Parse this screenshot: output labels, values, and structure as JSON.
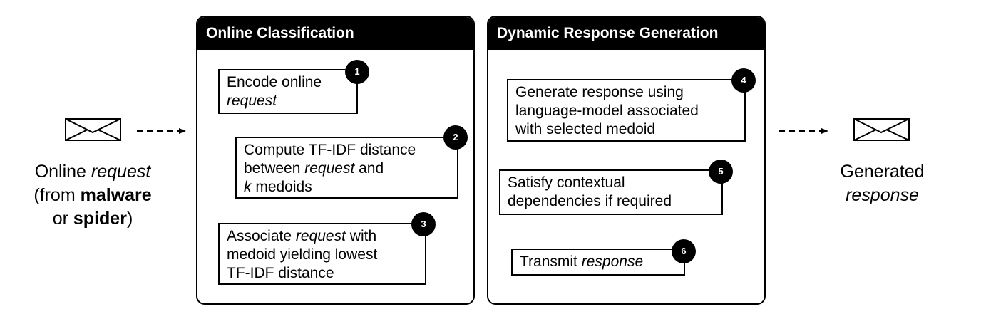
{
  "left": {
    "caption": {
      "line1_plain": "Online ",
      "line1_italic": "request",
      "line2_plain": "(from ",
      "line2_bold": "malware",
      "line3_plain": "or ",
      "line3_bold": "spider",
      "line3_end": ")"
    }
  },
  "classification": {
    "title": "Online Classification",
    "steps": [
      {
        "number": "1",
        "l1": "Encode online",
        "l2_italic": "request"
      },
      {
        "number": "2",
        "l1": "Compute TF-IDF distance",
        "l2_plain": "between ",
        "l2_italic": "request",
        "l2_end": " and",
        "l3_italic": "k",
        "l3_end": " medoids"
      },
      {
        "number": "3",
        "l1_plain": "Associate ",
        "l1_italic": "request",
        "l1_end": " with",
        "l2": "medoid yielding lowest",
        "l3": "TF-IDF distance"
      }
    ]
  },
  "generation": {
    "title": "Dynamic Response Generation",
    "steps": [
      {
        "number": "4",
        "l1": "Generate response using",
        "l2": "language-model associated",
        "l3": "with selected medoid"
      },
      {
        "number": "5",
        "l1": "Satisfy contextual",
        "l2": "dependencies if required"
      },
      {
        "number": "6",
        "l1_plain": "Transmit ",
        "l1_italic": "response"
      }
    ]
  },
  "right": {
    "caption": {
      "line1": "Generated",
      "line2_italic": "response"
    }
  }
}
